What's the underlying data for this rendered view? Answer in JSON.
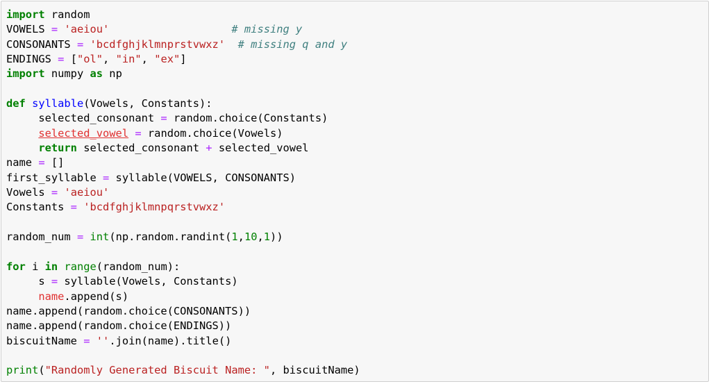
{
  "editor": {
    "lines": [
      [
        {
          "t": "import",
          "c": "kw"
        },
        {
          "t": " random",
          "c": ""
        }
      ],
      [
        {
          "t": "VOWELS ",
          "c": ""
        },
        {
          "t": "=",
          "c": "op"
        },
        {
          "t": " ",
          "c": ""
        },
        {
          "t": "'aeiou'",
          "c": "str"
        },
        {
          "t": "                   ",
          "c": ""
        },
        {
          "t": "# missing y",
          "c": "cmt"
        }
      ],
      [
        {
          "t": "CONSONANTS ",
          "c": ""
        },
        {
          "t": "=",
          "c": "op"
        },
        {
          "t": " ",
          "c": ""
        },
        {
          "t": "'bcdfghjklmnprstvwxz'",
          "c": "str"
        },
        {
          "t": "  ",
          "c": ""
        },
        {
          "t": "# missing q and y",
          "c": "cmt"
        }
      ],
      [
        {
          "t": "ENDINGS ",
          "c": ""
        },
        {
          "t": "=",
          "c": "op"
        },
        {
          "t": " [",
          "c": ""
        },
        {
          "t": "\"ol\"",
          "c": "str"
        },
        {
          "t": ", ",
          "c": ""
        },
        {
          "t": "\"in\"",
          "c": "str"
        },
        {
          "t": ", ",
          "c": ""
        },
        {
          "t": "\"ex\"",
          "c": "str"
        },
        {
          "t": "]",
          "c": ""
        }
      ],
      [
        {
          "t": "import",
          "c": "kw"
        },
        {
          "t": " numpy ",
          "c": ""
        },
        {
          "t": "as",
          "c": "kw"
        },
        {
          "t": " np",
          "c": ""
        }
      ],
      [],
      [
        {
          "t": "def",
          "c": "kw"
        },
        {
          "t": " ",
          "c": ""
        },
        {
          "t": "syllable",
          "c": "fn"
        },
        {
          "t": "(Vowels, Constants):",
          "c": ""
        }
      ],
      [
        {
          "t": "     selected",
          "c": ""
        },
        {
          "t": "_",
          "c": ""
        },
        {
          "t": "consonant ",
          "c": ""
        },
        {
          "t": "=",
          "c": "op"
        },
        {
          "t": " random.choice(Constants)",
          "c": ""
        }
      ],
      [
        {
          "t": "     ",
          "c": ""
        },
        {
          "t": "selected_vowel",
          "c": "err ul"
        },
        {
          "t": " ",
          "c": ""
        },
        {
          "t": "=",
          "c": "op"
        },
        {
          "t": " random.choice(Vowels)",
          "c": ""
        }
      ],
      [
        {
          "t": "     ",
          "c": ""
        },
        {
          "t": "return",
          "c": "kw"
        },
        {
          "t": " selected_consonant ",
          "c": ""
        },
        {
          "t": "+",
          "c": "op"
        },
        {
          "t": " selected_vowel",
          "c": ""
        }
      ],
      [
        {
          "t": "name ",
          "c": ""
        },
        {
          "t": "=",
          "c": "op"
        },
        {
          "t": " []",
          "c": ""
        }
      ],
      [
        {
          "t": "first_syllable ",
          "c": ""
        },
        {
          "t": "=",
          "c": "op"
        },
        {
          "t": " syllable(VOWELS, CONSONANTS)",
          "c": ""
        }
      ],
      [
        {
          "t": "Vowels ",
          "c": ""
        },
        {
          "t": "=",
          "c": "op"
        },
        {
          "t": " ",
          "c": ""
        },
        {
          "t": "'aeiou'",
          "c": "str"
        }
      ],
      [
        {
          "t": "Constants ",
          "c": ""
        },
        {
          "t": "=",
          "c": "op"
        },
        {
          "t": " ",
          "c": ""
        },
        {
          "t": "'bcdfghjklmnpqrstvwxz'",
          "c": "str"
        }
      ],
      [],
      [
        {
          "t": "random_num ",
          "c": ""
        },
        {
          "t": "=",
          "c": "op"
        },
        {
          "t": " ",
          "c": ""
        },
        {
          "t": "int",
          "c": "kw2"
        },
        {
          "t": "(np.random.randint(",
          "c": ""
        },
        {
          "t": "1",
          "c": "num"
        },
        {
          "t": ",",
          "c": ""
        },
        {
          "t": "10",
          "c": "num"
        },
        {
          "t": ",",
          "c": ""
        },
        {
          "t": "1",
          "c": "num"
        },
        {
          "t": "))",
          "c": ""
        }
      ],
      [],
      [
        {
          "t": "for",
          "c": "kw"
        },
        {
          "t": " i ",
          "c": ""
        },
        {
          "t": "in",
          "c": "kw"
        },
        {
          "t": " ",
          "c": ""
        },
        {
          "t": "range",
          "c": "kw2"
        },
        {
          "t": "(random_num):",
          "c": ""
        }
      ],
      [
        {
          "t": "     s ",
          "c": ""
        },
        {
          "t": "=",
          "c": "op"
        },
        {
          "t": " syllable(Vowels, Constants)",
          "c": ""
        }
      ],
      [
        {
          "t": "     ",
          "c": ""
        },
        {
          "t": "name",
          "c": "err"
        },
        {
          "t": ".append(s)",
          "c": ""
        }
      ],
      [
        {
          "t": "name.append(random.choice(CONSONANTS))",
          "c": ""
        }
      ],
      [
        {
          "t": "name.append(random.choice(ENDINGS))",
          "c": ""
        }
      ],
      [
        {
          "t": "biscuitName ",
          "c": ""
        },
        {
          "t": "=",
          "c": "op"
        },
        {
          "t": " ",
          "c": ""
        },
        {
          "t": "''",
          "c": "str"
        },
        {
          "t": ".join(name).title()",
          "c": ""
        }
      ],
      [],
      [
        {
          "t": "print",
          "c": "kw2"
        },
        {
          "t": "(",
          "c": ""
        },
        {
          "t": "\"Randomly Generated Biscuit Name: \"",
          "c": "str"
        },
        {
          "t": ", biscuitName)",
          "c": ""
        }
      ]
    ]
  }
}
